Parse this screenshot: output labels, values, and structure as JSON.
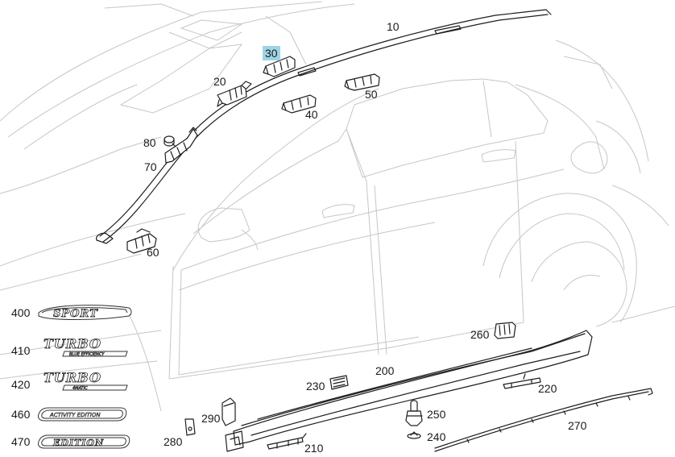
{
  "callouts": {
    "c10": "10",
    "c20": "20",
    "c30": "30",
    "c40": "40",
    "c50": "50",
    "c60": "60",
    "c70": "70",
    "c80": "80",
    "c200": "200",
    "c210": "210",
    "c220": "220",
    "c230": "230",
    "c240": "240",
    "c250": "250",
    "c260": "260",
    "c270": "270",
    "c280": "280",
    "c290": "290",
    "c400": "400",
    "c410": "410",
    "c420": "420",
    "c460": "460",
    "c470": "470"
  },
  "highlight_color": "#9fd4e6",
  "highlighted_callout": "30",
  "emblems": {
    "sport": "SPORT",
    "turbo1": "TURBO",
    "turbo1_sub": "BLUE EFFICIENCY",
    "turbo2": "TURBO",
    "turbo2_sub": "4MATIC",
    "activity": "ACTIVITY EDITION",
    "edition": "EDITION"
  }
}
